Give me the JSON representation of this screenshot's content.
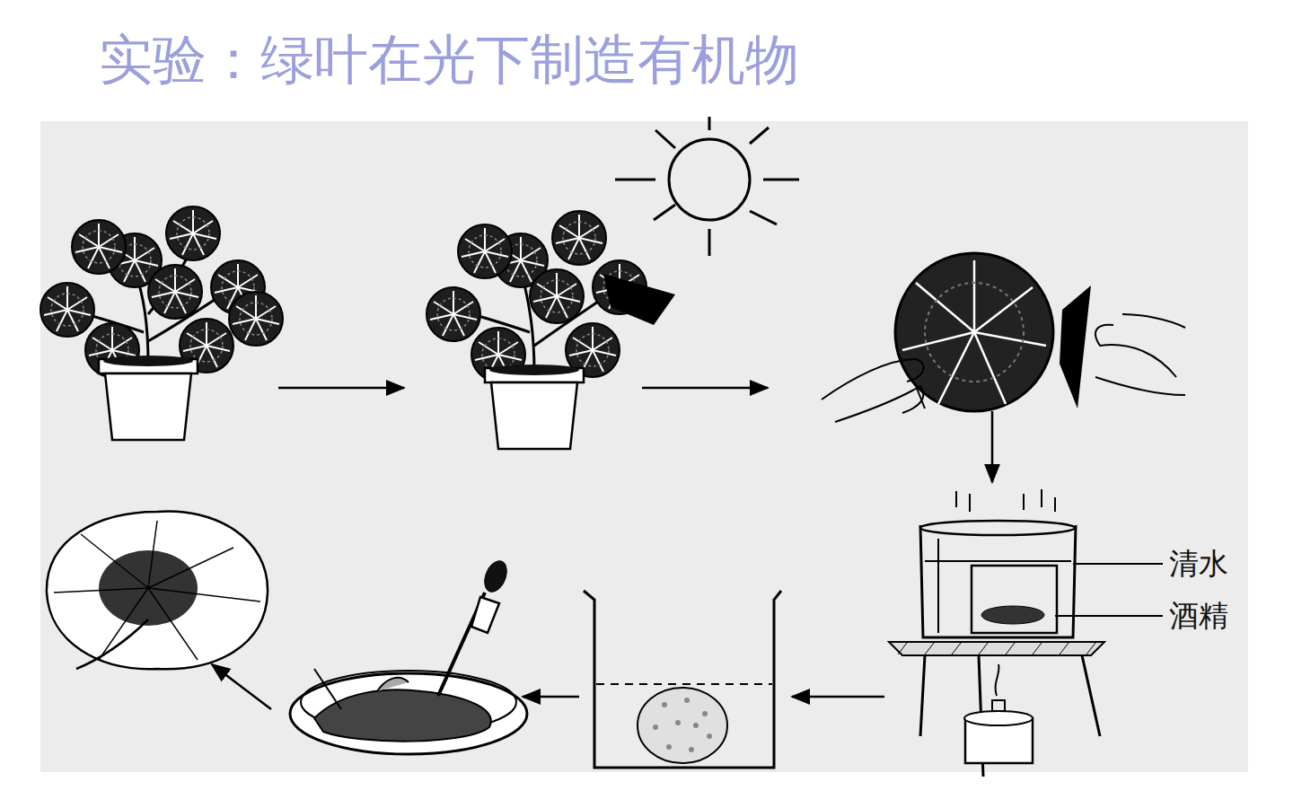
{
  "diagram": {
    "title": "实验：绿叶在光下制造有机物",
    "labels": [
      "清水",
      "酒精"
    ]
  }
}
